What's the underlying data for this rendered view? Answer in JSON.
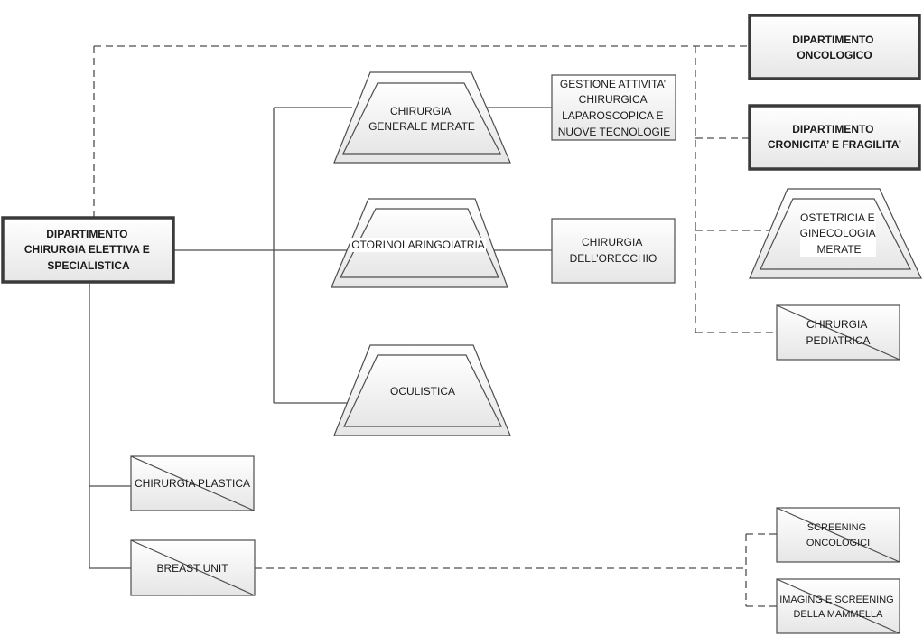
{
  "colors": {
    "line": "#4d4d4d",
    "box_border": "#3a3a3a",
    "box_fill_top": "#ffffff",
    "box_fill_bottom": "#e8e8e8",
    "text": "#1a1a1a"
  },
  "nodes": {
    "dip_chirurgia": {
      "lines": [
        "DIPARTIMENTO",
        "CHIRURGIA ELETTIVA E",
        "SPECIALISTICA"
      ]
    },
    "dip_oncologico": {
      "lines": [
        "DIPARTIMENTO",
        "ONCOLOGICO"
      ]
    },
    "dip_cronicita": {
      "lines": [
        "DIPARTIMENTO",
        "CRONICITA’ E FRAGILITA’"
      ]
    },
    "chir_generale": {
      "lines": [
        "CHIRURGIA",
        "GENERALE MERATE"
      ]
    },
    "otorino": {
      "lines": [
        "OTORINOLARINGOIATRIA"
      ]
    },
    "oculistica": {
      "lines": [
        "OCULISTICA"
      ]
    },
    "gestione": {
      "lines": [
        "GESTIONE ATTIVITA’",
        "CHIRURGICA",
        "LAPAROSCOPICA E",
        "NUOVE TECNOLOGIE"
      ]
    },
    "orecchio": {
      "lines": [
        "CHIRURGIA",
        "DELL’ORECCHIO"
      ]
    },
    "ostetricia": {
      "lines": [
        "OSTETRICIA E",
        "GINECOLOGIA",
        "MERATE"
      ]
    },
    "pediatrica": {
      "lines": [
        "CHIRURGIA",
        "PEDIATRICA"
      ]
    },
    "plastica": {
      "lines": [
        "CHIRURGIA PLASTICA"
      ]
    },
    "breast": {
      "lines": [
        "BREAST UNIT"
      ]
    },
    "screening": {
      "lines": [
        "SCREENING",
        "ONCOLOGICI"
      ]
    },
    "imaging": {
      "lines": [
        "IMAGING E SCREENING",
        "DELLA MAMMELLA"
      ]
    }
  }
}
